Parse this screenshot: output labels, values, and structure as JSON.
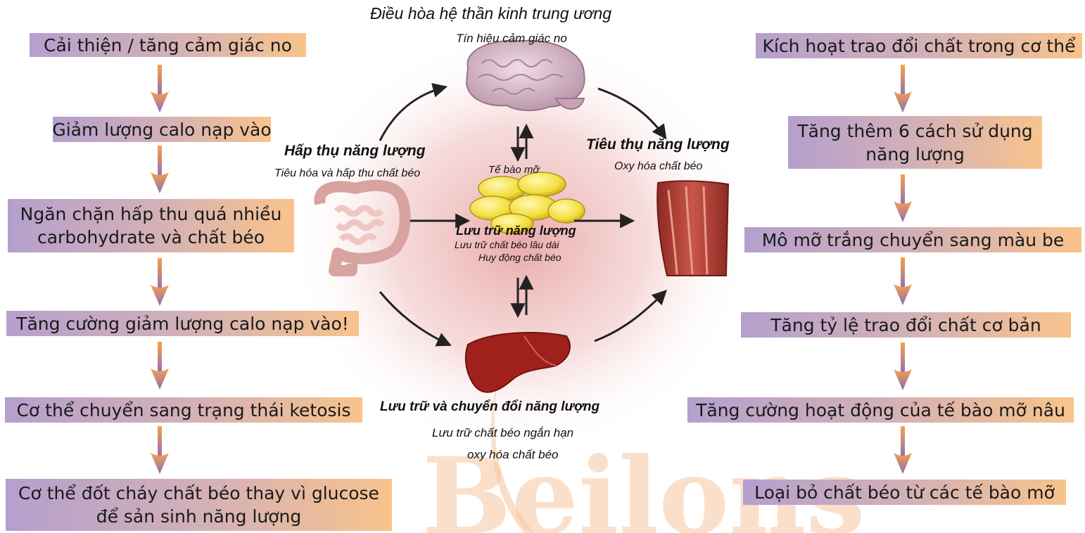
{
  "watermark": "Beilons",
  "left_flow": [
    "Cải thiện / tăng cảm giác no",
    "Giảm lượng calo nạp vào",
    [
      "Ngăn chặn hấp thu quá nhiều",
      "carbohydrate và chất béo"
    ],
    "Tăng cường giảm lượng calo nạp vào!",
    "Cơ thể chuyển sang trạng thái ketosis",
    [
      "Cơ thể đốt cháy chất béo thay vì glucose",
      "để sản sinh năng lượng"
    ]
  ],
  "right_flow": [
    "Kích hoạt trao đổi chất trong cơ thể",
    [
      "Tăng thêm 6 cách sử dụng",
      "năng lượng"
    ],
    "Mô mỡ trắng chuyển sang màu be",
    "Tăng tỷ lệ trao đổi chất cơ bản",
    "Tăng cường hoạt động của tế bào mỡ nâu",
    "Loại bỏ chất béo từ các tế bào mỡ"
  ],
  "center": {
    "brain_title": "Điều hòa hệ thần kinh trung ương",
    "brain_sub": "Tín hiệu cảm giác no",
    "absorb_title": "Hấp thụ năng lượng",
    "absorb_sub": "Tiêu hóa và hấp thu chất béo",
    "consume_title": "Tiêu thụ năng lượng",
    "consume_sub": "Oxy hóa chất béo",
    "fat_cell": "Tế bào mỡ",
    "storage_title": "Lưu trữ năng lượng",
    "storage_sub1": "Lưu trữ chất béo lâu dài",
    "storage_sub2": "Huy động chất béo",
    "liver_title": "Lưu trữ và chuyển đổi năng lượng",
    "liver_sub1": "Lưu trữ chất béo ngắn hạn",
    "liver_sub2": "oxy hóa chất béo"
  },
  "colors": {
    "box_start": "#b59fcd",
    "box_end": "#f8c38c",
    "arrow_top": "#f8a04a",
    "arrow_bottom": "#8b6fb8",
    "watermark": "#f6c8a2"
  }
}
